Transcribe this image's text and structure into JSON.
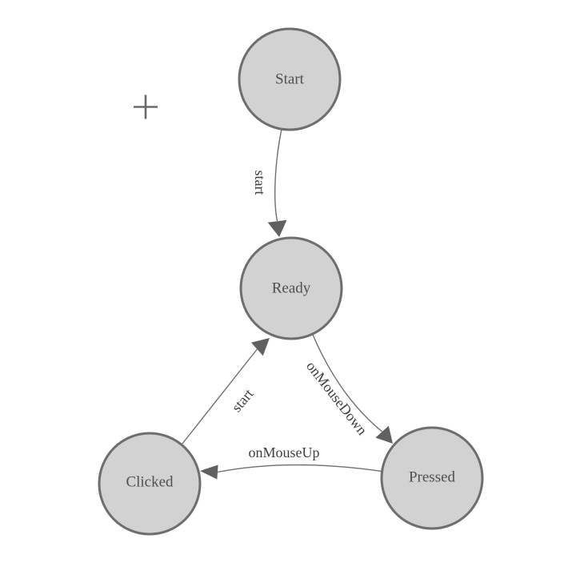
{
  "app": {
    "description": "State machine diagram of mouse interaction states on a white canvas"
  },
  "palette": {
    "node_fill": "#d2d2d2",
    "node_border": "#6e6e6e",
    "edge_color": "#6e6e6e",
    "arrow_color": "#606060",
    "node_text_color": "#4f4f4f",
    "edge_text_color": "#3f3f3f",
    "cursor_color": "#6a6a6a",
    "background": "#ffffff"
  },
  "diagram": {
    "type": "state-machine",
    "nodes": [
      {
        "id": "start",
        "label": "Start"
      },
      {
        "id": "ready",
        "label": "Ready"
      },
      {
        "id": "clicked",
        "label": "Clicked"
      },
      {
        "id": "pressed",
        "label": "Pressed"
      }
    ],
    "edges": [
      {
        "from": "Start",
        "to": "Ready",
        "label": "start"
      },
      {
        "from": "Ready",
        "to": "Pressed",
        "label": "onMouseDown"
      },
      {
        "from": "Pressed",
        "to": "Clicked",
        "label": "onMouseUp"
      },
      {
        "from": "Clicked",
        "to": "Ready",
        "label": "start"
      }
    ]
  },
  "cursor": {
    "type": "crosshair"
  }
}
